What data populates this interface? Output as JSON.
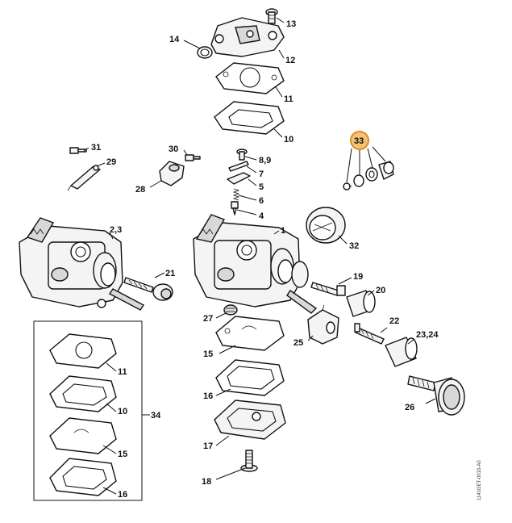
{
  "labels": {
    "p13": "13",
    "p14": "14",
    "p12": "12",
    "p11a": "11",
    "p10a": "10",
    "p31": "31",
    "p29": "29",
    "p30": "30",
    "p28": "28",
    "p89": "8,9",
    "p7": "7",
    "p5": "5",
    "p6": "6",
    "p4": "4",
    "p33": "33",
    "p32": "32",
    "p23": "2,3",
    "p21": "21",
    "p1": "1",
    "p19": "19",
    "p20": "20",
    "p27": "27",
    "p22": "22",
    "p2324": "23,24",
    "p25": "25",
    "p15a": "15",
    "p16a": "16",
    "p26": "26",
    "p17": "17",
    "p18": "18",
    "p11b": "11",
    "p10b": "10",
    "p34": "34",
    "p15b": "15",
    "p16b": "16"
  },
  "highlight": {
    "part": "33",
    "color": "#e08a1e"
  },
  "drawing_code": "1141GET-0010-A0"
}
